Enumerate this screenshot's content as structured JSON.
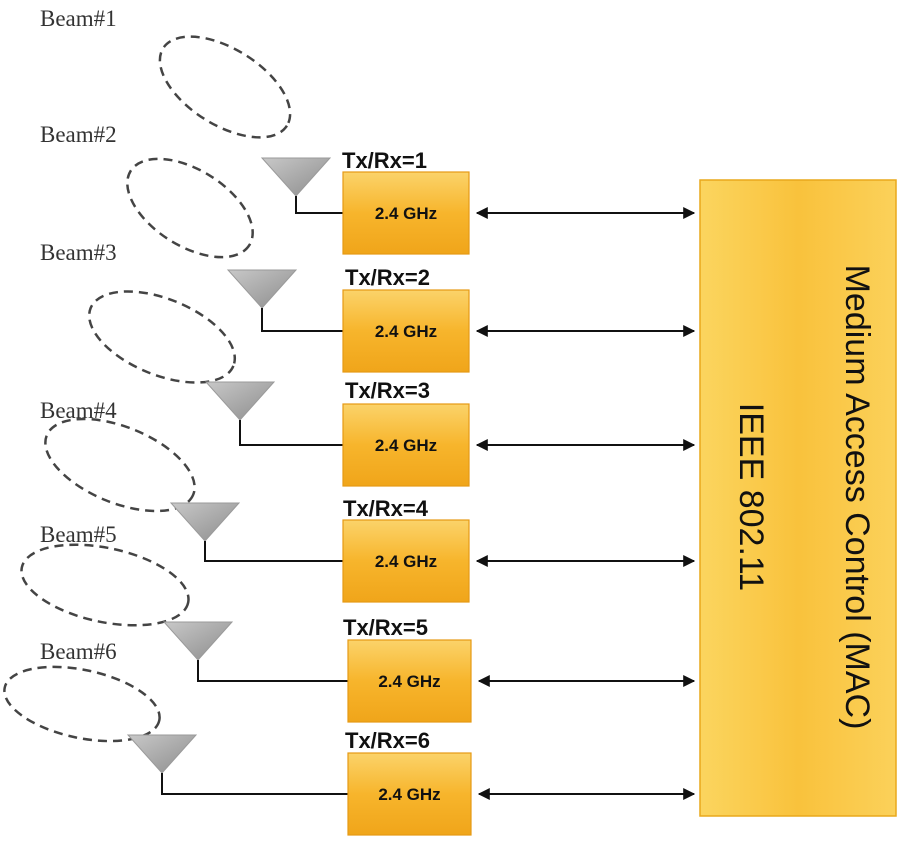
{
  "mac": {
    "title": "Medium Access Control (MAC)",
    "standard": "IEEE 802.11"
  },
  "chains": [
    {
      "beam": "Beam#1",
      "txrx": "Tx/Rx=1",
      "freq": "2.4 GHz"
    },
    {
      "beam": "Beam#2",
      "txrx": "Tx/Rx=2",
      "freq": "2.4 GHz"
    },
    {
      "beam": "Beam#3",
      "txrx": "Tx/Rx=3",
      "freq": "2.4 GHz"
    },
    {
      "beam": "Beam#4",
      "txrx": "Tx/Rx=4",
      "freq": "2.4 GHz"
    },
    {
      "beam": "Beam#5",
      "txrx": "Tx/Rx=5",
      "freq": "2.4 GHz"
    },
    {
      "beam": "Beam#6",
      "txrx": "Tx/Rx=6",
      "freq": "2.4 GHz"
    }
  ],
  "colors": {
    "radio_fill": "#f7b52c",
    "mac_fill": "#f9c23c",
    "antenna": "#a9a9a9",
    "beam_outline": "#444444",
    "wire": "#111111"
  }
}
